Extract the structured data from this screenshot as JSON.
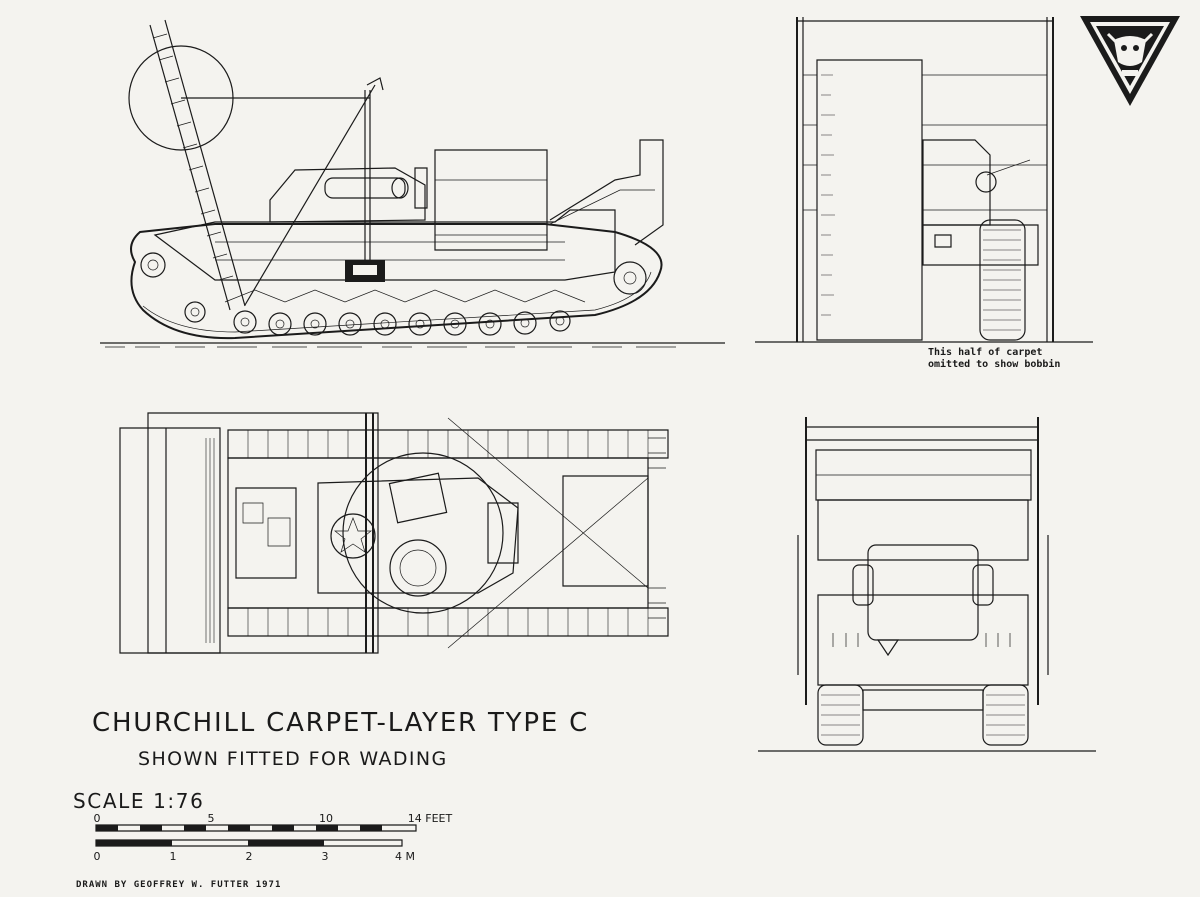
{
  "title": "CHURCHILL  CARPET-LAYER TYPE C",
  "subtitle": "SHOWN FITTED FOR WADING",
  "scale": {
    "label": "SCALE  1:76",
    "feet_ticks": [
      "0",
      "5",
      "10",
      "14 FEET"
    ],
    "metre_ticks": [
      "0",
      "1",
      "2",
      "3",
      "4 M"
    ]
  },
  "credit": "DRAWN BY GEOFFREY W. FUTTER    1971",
  "annotation": {
    "line1": "This half of carpet",
    "line2": "omitted to show bobbin"
  },
  "emblem_icon": "bull-head-triangle-emblem-icon",
  "ink_color": "#1b1b1b",
  "paper_color": "#f4f3ef"
}
